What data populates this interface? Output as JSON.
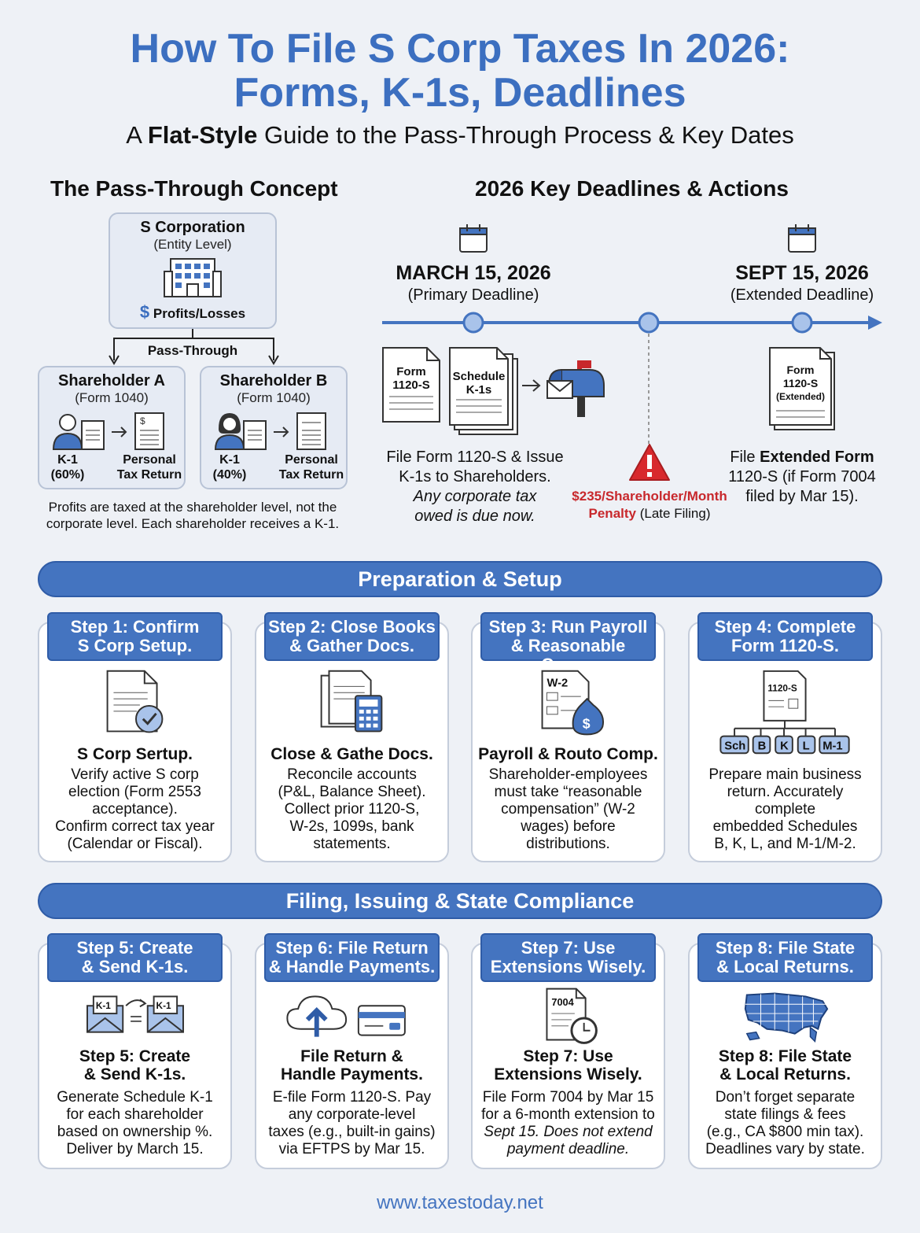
{
  "header": {
    "title_line1": "How To File S Corp Taxes In 2026:",
    "title_line2": "Forms, K-1s, Deadlines",
    "subtitle_prefix": "A ",
    "subtitle_bold": "Flat-Style",
    "subtitle_rest": " Guide to the Pass-Through Process & Key Dates"
  },
  "pass_through": {
    "heading": "The Pass-Through Concept",
    "corp_title": "S Corporation",
    "corp_sub": "(Entity Level)",
    "corp_profit": "Profits/Losses",
    "dollar": "$",
    "flow_label": "Pass-Through",
    "shareholders": [
      {
        "name": "Shareholder A",
        "form": "(Form 1040)",
        "k1": "K-1",
        "pct": "(60%)",
        "ret1": "Personal",
        "ret2": "Tax Return"
      },
      {
        "name": "Shareholder B",
        "form": "(Form 1040)",
        "k1": "K-1",
        "pct": "(40%)",
        "ret1": "Personal",
        "ret2": "Tax Return"
      }
    ],
    "caption_l1": "Profits are taxed at the shareholder level, not the",
    "caption_l2": "corporate level. Each shareholder receives a K-1."
  },
  "deadlines": {
    "heading": "2026 Key Deadlines & Actions",
    "march_date": "MARCH 15, 2026",
    "march_sub": "(Primary Deadline)",
    "sept_date": "SEPT 15, 2026",
    "sept_sub": "(Extended Deadline)",
    "form1_l1": "Form",
    "form1_l2": "1120-S",
    "form2_l1": "Schedule",
    "form2_l2": "K-1s",
    "form3_l1": "Form",
    "form3_l2": "1120-S",
    "form3_l3": "(Extended)",
    "march_l1": "File Form 1120-S & Issue",
    "march_l2": "K-1s to Shareholders.",
    "march_l3": "Any corporate tax",
    "march_l4": "owed is due now.",
    "penalty_l1": "$235/Shareholder/Month",
    "penalty_bold": "Penalty",
    "penalty_rest": " (Late Filing)",
    "sept_prefix": "File ",
    "sept_bold": "Extended Form",
    "sept_l2": "1120-S (if Form 7004",
    "sept_l3": "filed by Mar 15)."
  },
  "section1": {
    "label": "Preparation & Setup"
  },
  "section2": {
    "label": "Filing, Issuing & State Compliance"
  },
  "steps": [
    {
      "h1": "Step 1: Confirm",
      "h2": "S Corp Setup.",
      "t1": "S Corp Sertup.",
      "t2": "",
      "b": [
        "Verify active S corp",
        "election (Form 2553",
        "acceptance).",
        "Confirm correct tax year",
        "(Calendar or Fiscal)."
      ]
    },
    {
      "h1": "Step 2: Close Books",
      "h2": "& Gather Docs.",
      "t1": "Close & Gathe Docs.",
      "t2": "",
      "b": [
        "Reconcile accounts",
        "(P&L, Balance Sheet).",
        "Collect prior 1120-S,",
        "W-2s, 1099s, bank",
        "statements."
      ]
    },
    {
      "h1": "Step 3: Run Payroll",
      "h2": "& Reasonable Comp.",
      "t1": "Payroll & Routo Comp.",
      "t2": "",
      "icon_text": "W-2",
      "b": [
        "Shareholder-employees",
        "must take “reasonable",
        "compensation” (W-2",
        "wages) before",
        "distributions."
      ]
    },
    {
      "h1": "Step 4: Complete",
      "h2": "Form 1120-S.",
      "t1": "",
      "t2": "",
      "icon_text": "1120-S",
      "schedules": [
        "Sch",
        "B",
        "K",
        "L",
        "M-1"
      ],
      "b": [
        "Prepare main business",
        "return. Accurately",
        "complete",
        "embedded Schedules",
        "B, K, L, and M-1/M-2."
      ]
    },
    {
      "h1": "Step 5: Create",
      "h2": "& Send K-1s.",
      "t1": "Step 5: Create",
      "t2": "& Send K-1s.",
      "icon_text": "K-1",
      "b": [
        "Generate Schedule K-1",
        "for each shareholder",
        "based on ownership %.",
        "Deliver by March 15."
      ]
    },
    {
      "h1": "Step 6: File Return",
      "h2": "& Handle Payments.",
      "t1": "File Return &",
      "t2": "Handle Payments.",
      "b": [
        "E-file Form 1120-S. Pay",
        "any corporate-level",
        "taxes (e.g., built-in gains)",
        "via EFTPS by Mar 15."
      ]
    },
    {
      "h1": "Step 7: Use",
      "h2": "Extensions Wisely.",
      "t1": "Step 7: Use",
      "t2": "Extensions Wisely.",
      "icon_text": "7004",
      "b": [
        "File Form 7004 by Mar 15",
        "for a 6-month extension to",
        "Sept 15. Does not extend",
        "payment deadline."
      ]
    },
    {
      "h1": "Step 8: File State",
      "h2": "& Local Returns.",
      "t1": "Step 8: File State",
      "t2": "& Local Returns.",
      "b": [
        "Don’t forget separate",
        "state filings & fees",
        "(e.g., CA $800 min tax).",
        "Deadlines vary by state."
      ]
    }
  ],
  "footer": {
    "url": "www.taxestoday.net"
  },
  "colors": {
    "accent": "#3c6fc0",
    "bar": "#4474c0",
    "penalty": "#c8282c"
  }
}
